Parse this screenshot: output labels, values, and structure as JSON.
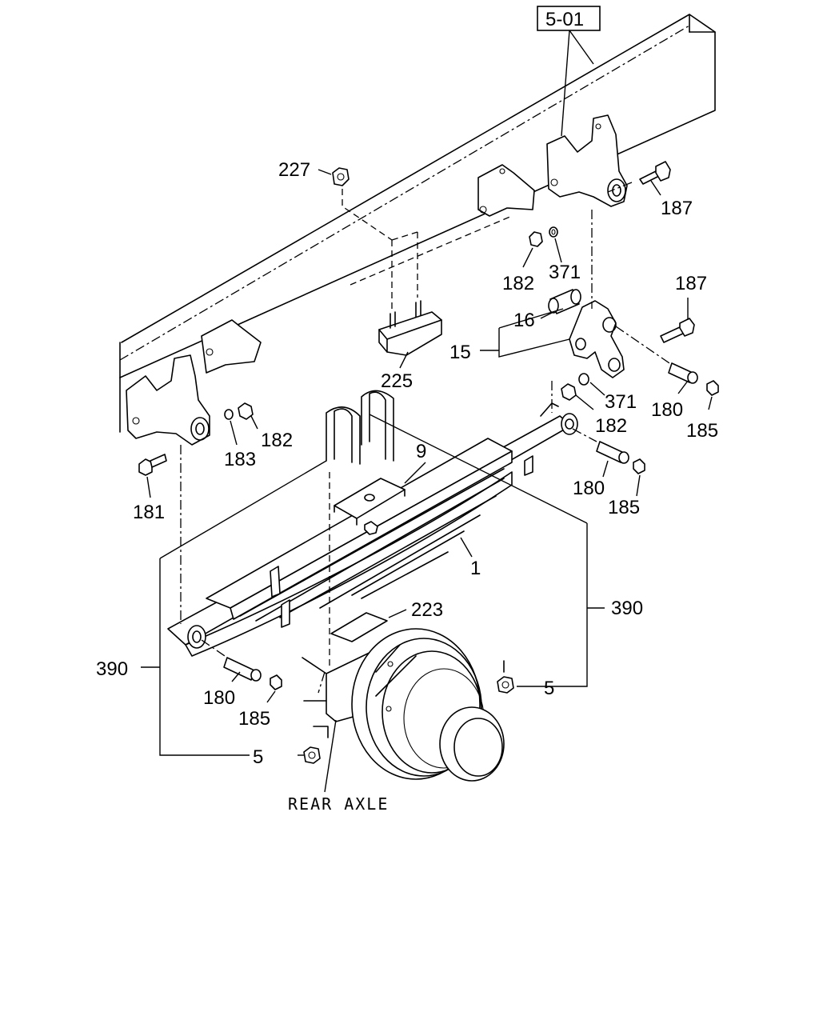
{
  "ref_box": {
    "label": "5-01"
  },
  "callouts": {
    "c227": "227",
    "c187_top": "187",
    "c182_top": "182",
    "c371_top": "371",
    "c187_mid": "187",
    "c16": "16",
    "c15": "15",
    "c225": "225",
    "c371_mid": "371",
    "c180_mid": "180",
    "c185_mid": "185",
    "c182_mid": "182",
    "c9": "9",
    "c183": "183",
    "c182_left": "182",
    "c181": "181",
    "c180_right": "180",
    "c185_right": "185",
    "c1": "1",
    "c390_right": "390",
    "c223": "223",
    "c390_left": "390",
    "c5_right": "5",
    "c180_bottom": "180",
    "c185_bottom": "185",
    "c5_left": "5"
  },
  "caption": "REAR AXLE",
  "line_color": "#000000",
  "background": "#ffffff"
}
